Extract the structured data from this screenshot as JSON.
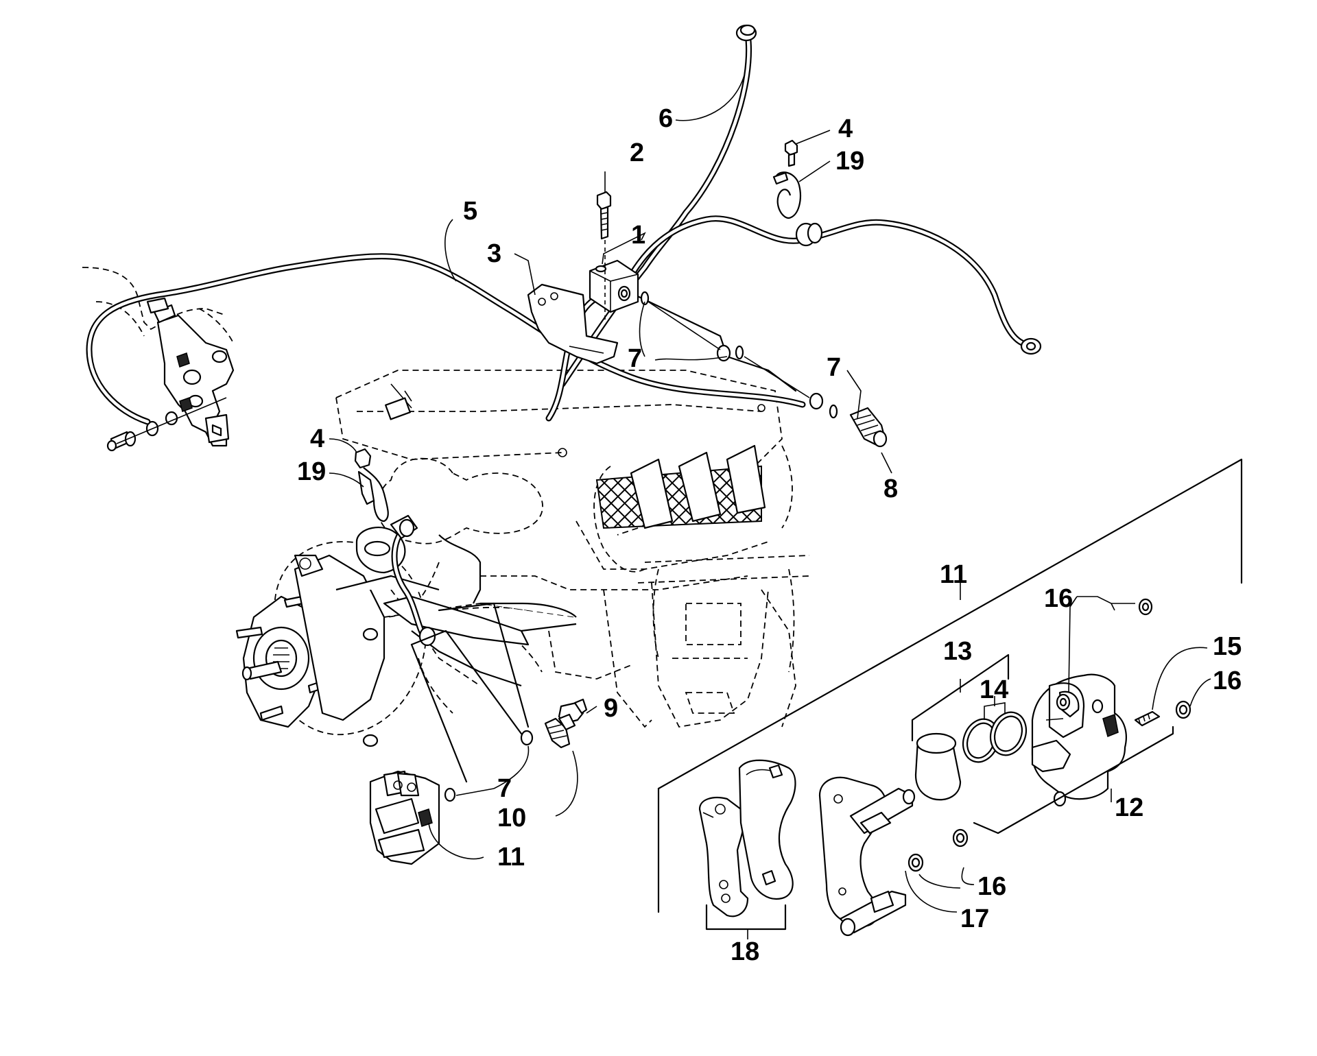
{
  "labels": {
    "l1": "1",
    "l2": "2",
    "l3": "3",
    "l4a": "4",
    "l4b": "4",
    "l5": "5",
    "l6": "6",
    "l7a": "7",
    "l7b": "7",
    "l7c": "7",
    "l8": "8",
    "l9": "9",
    "l10": "10",
    "l11a": "11",
    "l11b": "11",
    "l12": "12",
    "l13": "13",
    "l14": "14",
    "l15": "15",
    "l16a": "16",
    "l16b": "16",
    "l16c": "16",
    "l17": "17",
    "l18": "18",
    "l19a": "19",
    "l19b": "19"
  }
}
